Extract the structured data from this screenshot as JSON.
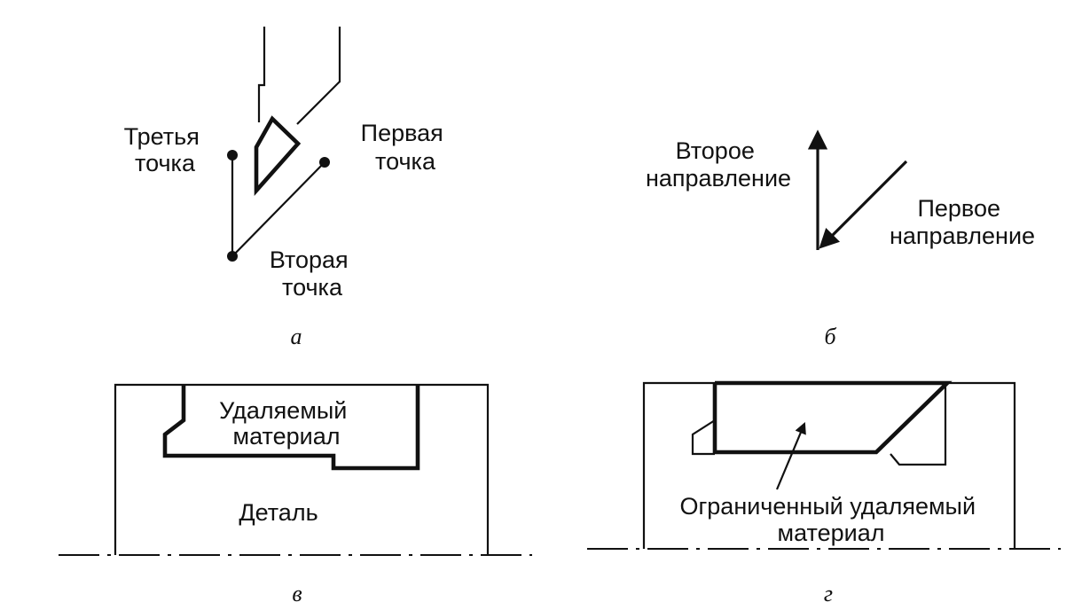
{
  "panel_a": {
    "caption": "а",
    "third_point": [
      "Третья",
      "точка"
    ],
    "first_point": [
      "Первая",
      "точка"
    ],
    "second_point": [
      "Вторая",
      "точка"
    ]
  },
  "panel_b": {
    "caption": "б",
    "second_direction": [
      "Второе",
      "направление"
    ],
    "first_direction": [
      "Первое",
      "направление"
    ]
  },
  "panel_v": {
    "caption": "в",
    "removed_material": [
      "Удаляемый",
      "материал"
    ],
    "part": "Деталь"
  },
  "panel_g": {
    "caption": "г",
    "bounded_removed_material": [
      "Ограниченный удаляемый",
      "материал"
    ]
  }
}
